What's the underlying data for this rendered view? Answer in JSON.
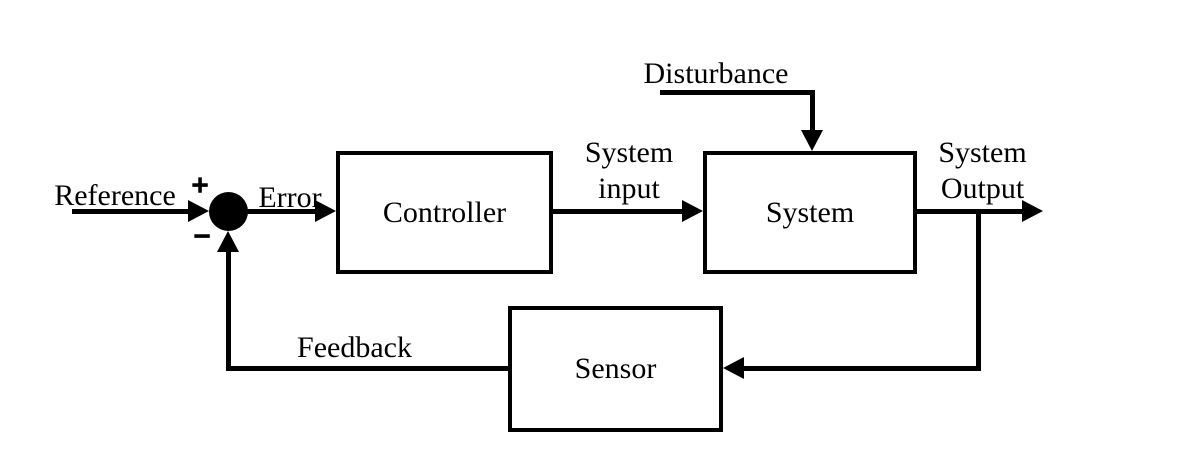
{
  "diagram": {
    "type": "feedback-control-block-diagram",
    "background_color": "#ffffff",
    "line_color": "#000000",
    "nodes": [
      {
        "id": "summing-junction",
        "shape": "filled-circle",
        "plus_sign": "+",
        "minus_sign": "−"
      },
      {
        "id": "controller",
        "shape": "rect",
        "label": "Controller"
      },
      {
        "id": "system",
        "shape": "rect",
        "label": "System"
      },
      {
        "id": "sensor",
        "shape": "rect",
        "label": "Sensor"
      }
    ],
    "signal_labels": {
      "reference": "Reference",
      "error": "Error",
      "system_input": [
        "System",
        "input"
      ],
      "disturbance": "Disturbance",
      "system_output": [
        "System",
        "Output"
      ],
      "feedback": "Feedback"
    },
    "edges": [
      {
        "from": "reference",
        "to": "summing-junction",
        "sign": "+",
        "label": "Reference"
      },
      {
        "from": "summing-junction",
        "to": "controller",
        "label": "Error"
      },
      {
        "from": "controller",
        "to": "system",
        "label": "System input"
      },
      {
        "from": "disturbance",
        "to": "system",
        "label": "Disturbance"
      },
      {
        "from": "system",
        "to": "output",
        "label": "System Output"
      },
      {
        "from": "system-output-branch",
        "to": "sensor",
        "label": ""
      },
      {
        "from": "sensor",
        "to": "summing-junction",
        "sign": "−",
        "label": "Feedback"
      }
    ]
  }
}
